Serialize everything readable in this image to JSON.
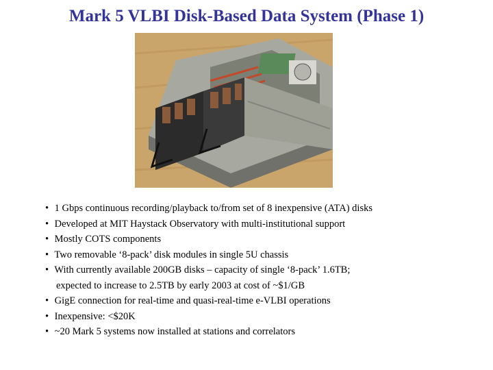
{
  "slide": {
    "title": "Mark 5 VLBI Disk-Based Data System (Phase 1)",
    "bullet_glyph": "•",
    "bullets": [
      {
        "text": "1 Gbps continuous recording/playback to/from set of 8 inexpensive (ATA) disks"
      },
      {
        "text": "Developed at MIT Haystack Observatory with multi-institutional support"
      },
      {
        "text": "Mostly COTS components"
      },
      {
        "text": "Two removable ‘8-pack’ disk modules in single 5U chassis"
      },
      {
        "text": "With currently available 200GB disks – capacity of single ‘8-pack’ 1.6TB;",
        "continuation": "expected to increase to 2.5TB by early 2003 at cost of ~$1/GB"
      },
      {
        "text": "GigE connection for real-time and quasi-real-time e-VLBI operations"
      },
      {
        "text": "Inexpensive: <$20K"
      },
      {
        "text": "~20 Mark 5 systems now installed at stations and correlators"
      }
    ]
  },
  "colors": {
    "title": "#333399",
    "text": "#000000",
    "photo_table": "#c9a56c",
    "photo_chassis": "#a7a9a0"
  }
}
